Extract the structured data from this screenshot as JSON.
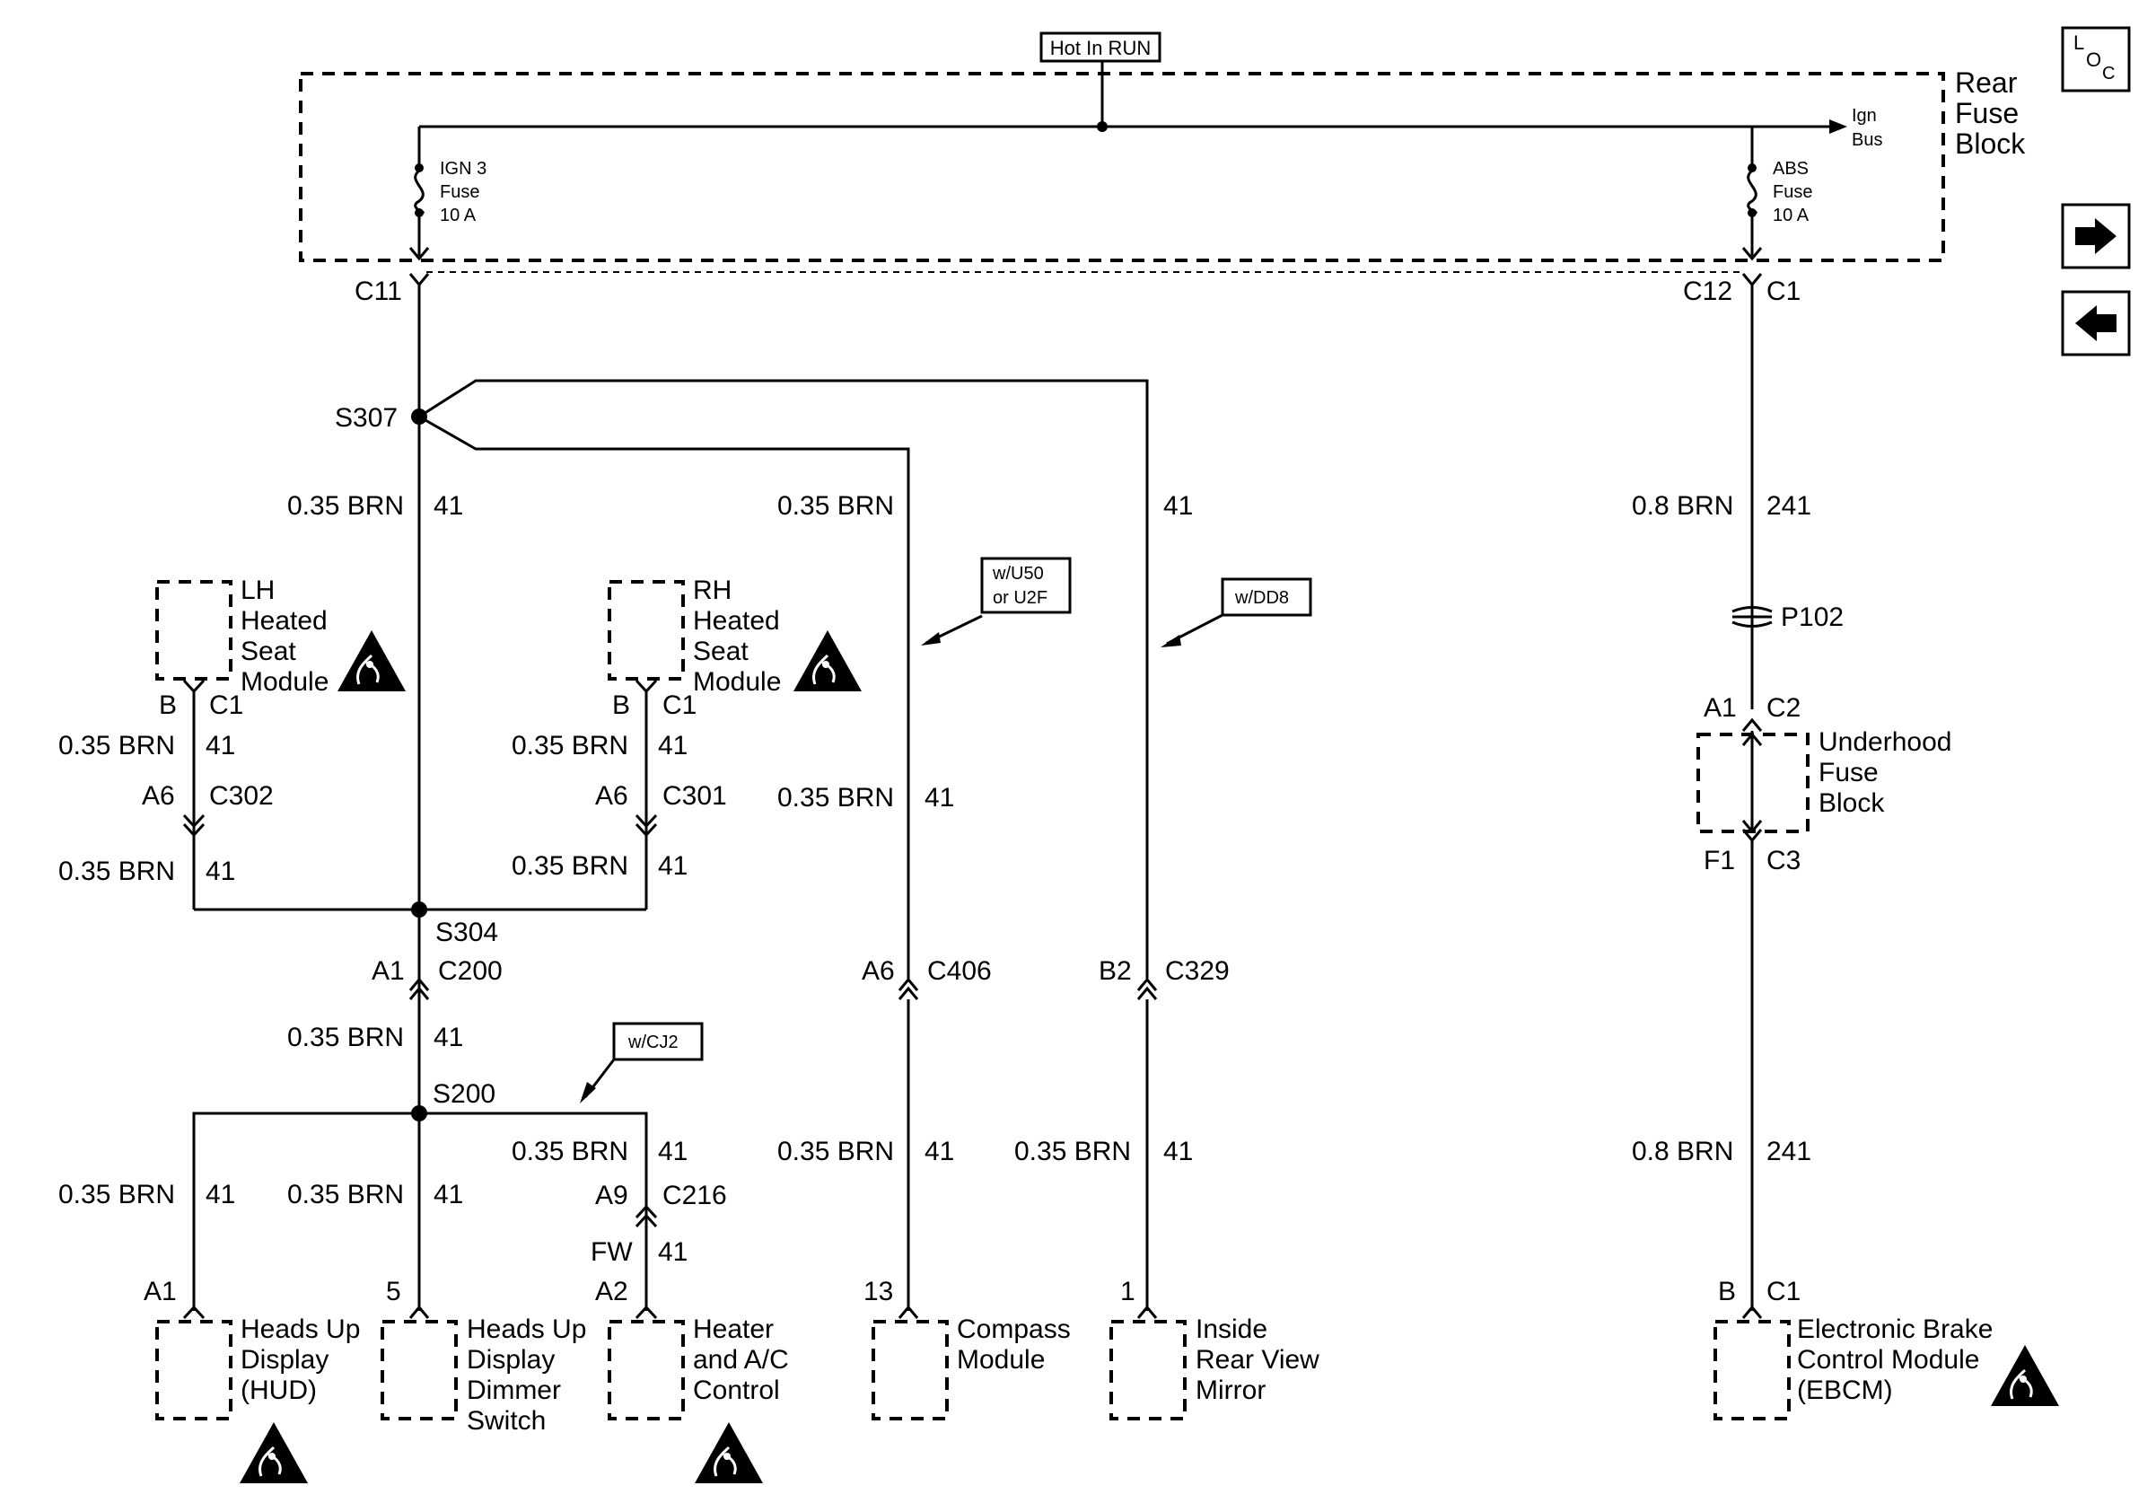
{
  "header": {
    "hot_in_run": "Hot In RUN"
  },
  "fuse_block": {
    "label_lines": [
      "Rear",
      "Fuse",
      "Block"
    ],
    "ign_bus": [
      "Ign",
      "Bus"
    ],
    "ign3_fuse": [
      "IGN 3",
      "Fuse",
      "10 A"
    ],
    "abs_fuse": [
      "ABS",
      "Fuse",
      "10 A"
    ]
  },
  "connectors": {
    "c11": "C11",
    "c12": "C12",
    "c1_top": "C1",
    "s307": "S307",
    "s304": "S304",
    "s200": "S200",
    "lh_b": "B",
    "lh_c1": "C1",
    "lh_a6": "A6",
    "lh_c302": "C302",
    "rh_b": "B",
    "rh_c1": "C1",
    "rh_a6": "A6",
    "rh_c301": "C301",
    "a1_c200": "A1",
    "c200": "C200",
    "a6_c406": "A6",
    "c406": "C406",
    "b2_c329": "B2",
    "c329": "C329",
    "p102": "P102",
    "uh_a1": "A1",
    "uh_c2": "C2",
    "uh_f1": "F1",
    "uh_c3": "C3",
    "a9": "A9",
    "c216": "C216",
    "fw": "FW",
    "hud_a1": "A1",
    "dim_5": "5",
    "hvac_a2": "A2",
    "compass_13": "13",
    "mirror_1": "1",
    "ebcm_b": "B",
    "ebcm_c1": "C1"
  },
  "wires": {
    "brn035": "0.35 BRN",
    "brn08": "0.8 BRN",
    "c41": "41",
    "c241": "241"
  },
  "options": {
    "u50": [
      "w/U50",
      "or U2F"
    ],
    "dd8": "w/DD8",
    "cj2": "w/CJ2"
  },
  "components": {
    "lh_seat": [
      "LH",
      "Heated",
      "Seat",
      "Module"
    ],
    "rh_seat": [
      "RH",
      "Heated",
      "Seat",
      "Module"
    ],
    "underhood": [
      "Underhood",
      "Fuse",
      "Block"
    ],
    "hud": [
      "Heads Up",
      "Display",
      "(HUD)"
    ],
    "dimmer": [
      "Heads Up",
      "Display",
      "Dimmer",
      "Switch"
    ],
    "hvac": [
      "Heater",
      "and A/C",
      "Control"
    ],
    "compass": [
      "Compass",
      "Module"
    ],
    "mirror": [
      "Inside",
      "Rear View",
      "Mirror"
    ],
    "ebcm": [
      "Electronic Brake",
      "Control Module",
      "(EBCM)"
    ]
  },
  "nav": {
    "loc": [
      "L",
      "O",
      "C"
    ]
  }
}
